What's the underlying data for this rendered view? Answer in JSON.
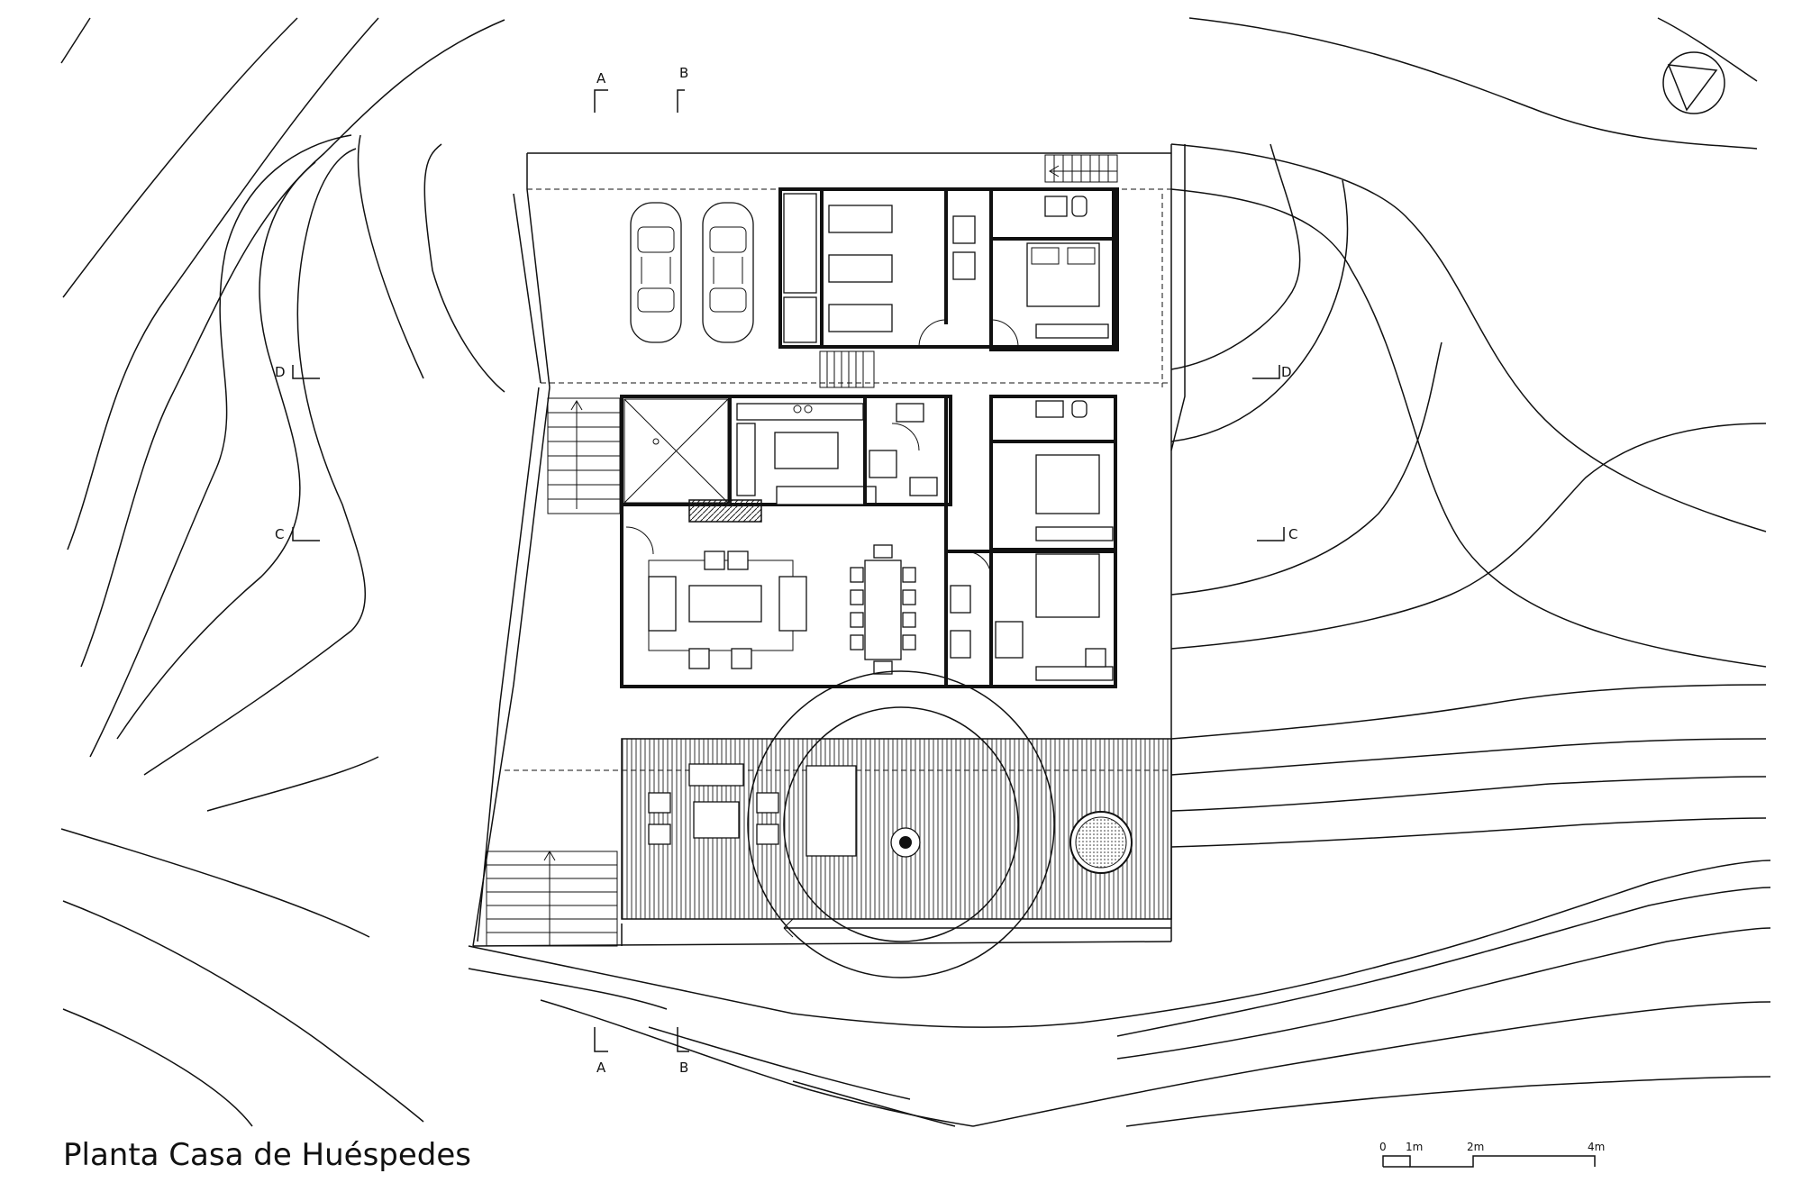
{
  "title": "Planta Casa de Huéspedes",
  "section_marks": {
    "a": "A",
    "b": "B",
    "c": "C",
    "d": "D"
  },
  "scale_bar": {
    "labels": [
      "0",
      "1m",
      "2m",
      "4m"
    ]
  },
  "icons": {
    "north_arrow": "north-arrow-icon"
  }
}
